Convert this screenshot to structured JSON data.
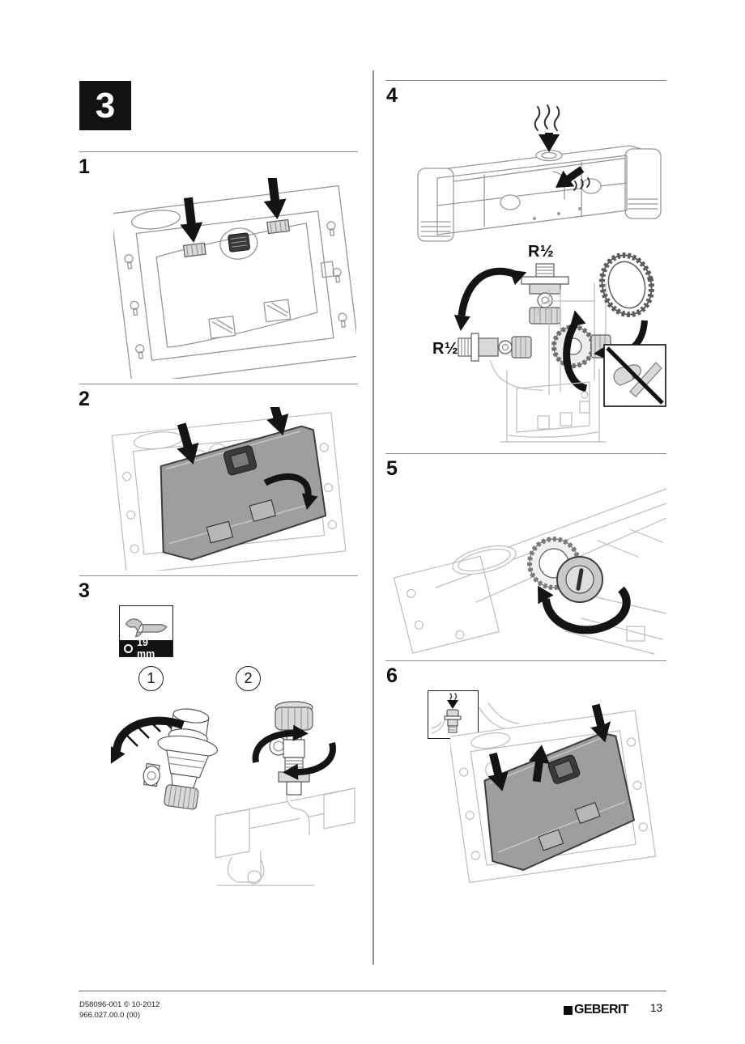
{
  "page": {
    "section_badge": "3",
    "footer": {
      "line1": "D58096-001 © 10-2012",
      "line2": "966.027.00.0 (00)",
      "brand": "GEBERIT",
      "page_number": "13"
    }
  },
  "steps": {
    "s1": {
      "number": "1"
    },
    "s2": {
      "number": "2"
    },
    "s3": {
      "number": "3",
      "tool_size": "19 mm",
      "substep1": "1",
      "substep2": "2"
    },
    "s4": {
      "number": "4",
      "thread_top": "R½",
      "thread_left": "R½"
    },
    "s5": {
      "number": "5"
    },
    "s6": {
      "number": "6"
    }
  },
  "icons": {
    "wrench": "open-end-wrench",
    "socket_size": "size-ring",
    "no_pipe_wrench": "crossed-out-pipe-wrench",
    "down_arrow": "solid-arrow",
    "rotate_arrow": "curved-rotation-arrow",
    "toothed_ring": "serrated-ring",
    "steam": "wavy-heat-lines"
  },
  "colors": {
    "ink": "#111111",
    "line_art": "#979797",
    "light_art": "#bcbcbc",
    "plate_gray": "#9e9e9e",
    "tool_gray": "#d9d9d9",
    "background": "#ffffff"
  }
}
